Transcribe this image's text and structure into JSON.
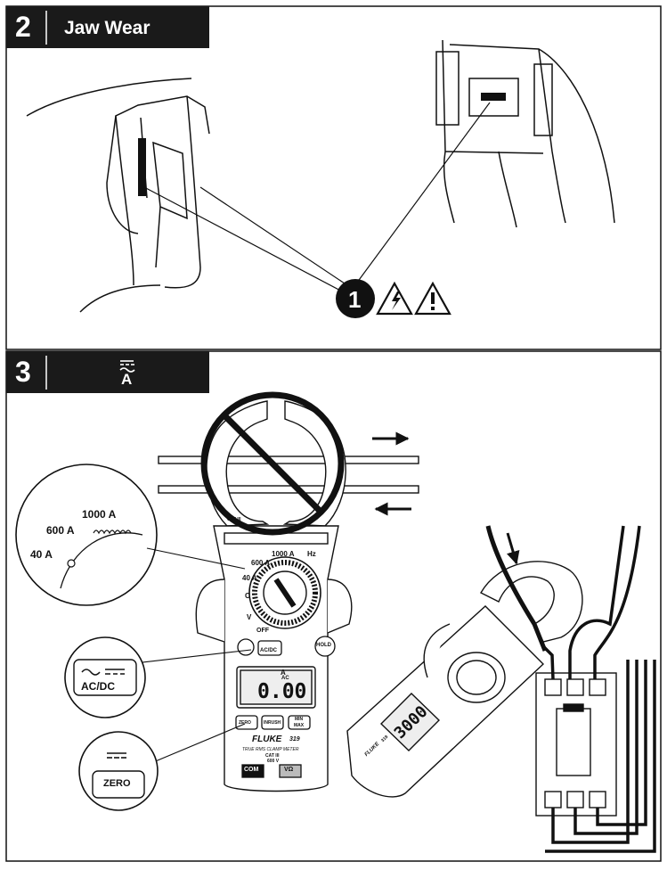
{
  "section2": {
    "number": "2",
    "title": "Jaw Wear"
  },
  "section3": {
    "number": "3",
    "title_unit": "A"
  },
  "callout": {
    "number": "1"
  },
  "dial_zoom": {
    "range_1000": "1000 A",
    "range_600": "600 A",
    "range_40": "40 A"
  },
  "meter_front": {
    "range_1000": "1000 A",
    "unit_hz": "Hz",
    "range_600": "600 A",
    "range_40": "40 A",
    "mode_c": "C",
    "mode_v": "V",
    "off": "OFF",
    "acdc": "AC/DC",
    "hold": "HOLD",
    "disp_unit": "A",
    "disp_sub": "AC",
    "reading": "0.00",
    "zero": "ZERO",
    "inrush": "INRUSH",
    "min": "MIN",
    "max": "MAX",
    "brand": "FLUKE",
    "model": "319",
    "subtitle": "TRUE RMS CLAMP METER",
    "cat": "CAT III",
    "cat_v": "600 V",
    "com": "COM",
    "vohm": "VΩ",
    "cat_jaw": "CAT III"
  },
  "meter_side": {
    "reading": "3000",
    "brand": "FLUKE",
    "model": "319"
  },
  "acdc_zoom": {
    "label": "AC/DC"
  },
  "zero_zoom": {
    "label": "ZERO"
  }
}
